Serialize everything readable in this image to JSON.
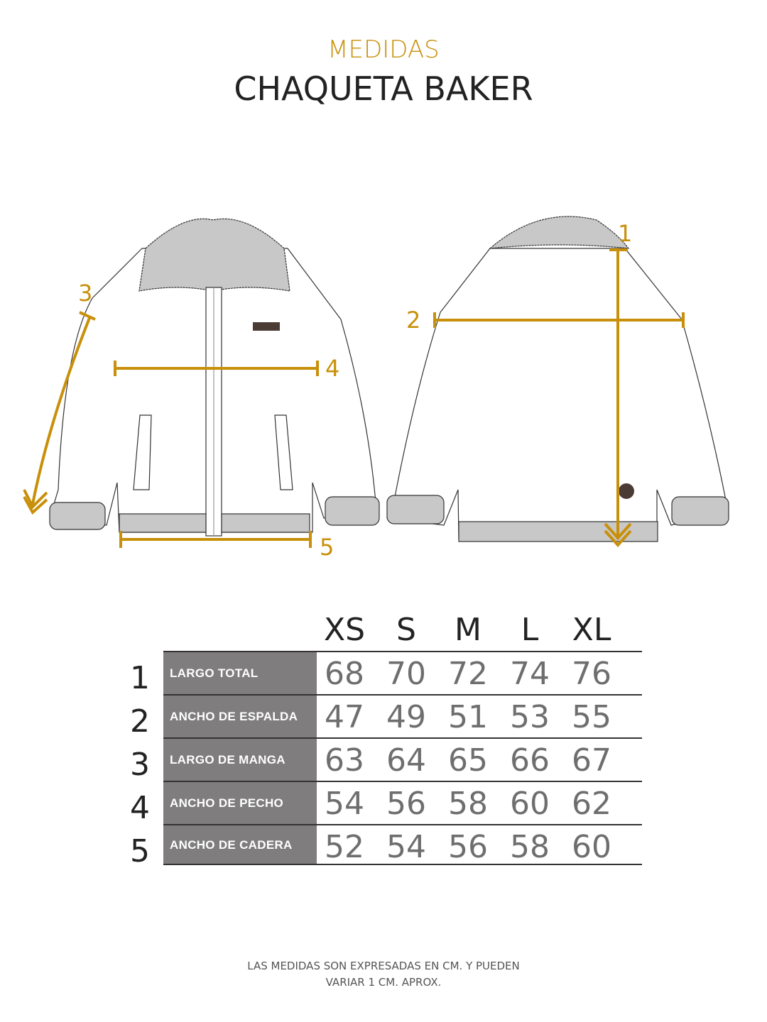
{
  "header": {
    "kicker": "MEDIDAS",
    "title": "CHAQUETA BAKER"
  },
  "diagram": {
    "accent_color": "#c8900a",
    "markers": [
      "1",
      "2",
      "3",
      "4",
      "5"
    ]
  },
  "table": {
    "sizes": [
      "XS",
      "S",
      "M",
      "L",
      "XL"
    ],
    "rows": [
      {
        "num": "1",
        "label": "LARGO TOTAL",
        "values": [
          "68",
          "70",
          "72",
          "74",
          "76"
        ]
      },
      {
        "num": "2",
        "label": "ANCHO DE ESPALDA",
        "values": [
          "47",
          "49",
          "51",
          "53",
          "55"
        ]
      },
      {
        "num": "3",
        "label": "LARGO DE MANGA",
        "values": [
          "63",
          "64",
          "65",
          "66",
          "67"
        ]
      },
      {
        "num": "4",
        "label": "ANCHO DE PECHO",
        "values": [
          "54",
          "56",
          "58",
          "60",
          "62"
        ]
      },
      {
        "num": "5",
        "label": "ANCHO DE CADERA",
        "values": [
          "52",
          "54",
          "56",
          "58",
          "60"
        ]
      }
    ]
  },
  "footer": {
    "line1": "LAS MEDIDAS SON EXPRESADAS EN CM. Y PUEDEN",
    "line2": "VARIAR 1 CM. APROX."
  }
}
